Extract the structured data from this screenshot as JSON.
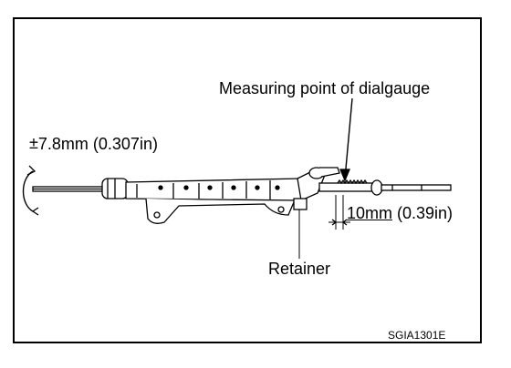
{
  "labels": {
    "measuring_point": "Measuring point of dialgauge",
    "rotation_sign": "±",
    "rotation": "7.8mm (0.307in)",
    "retainer": "Retainer",
    "distance_value": "10mm",
    "distance_imperial": " (0.39in)",
    "figure_code": "SGIA1301E"
  }
}
